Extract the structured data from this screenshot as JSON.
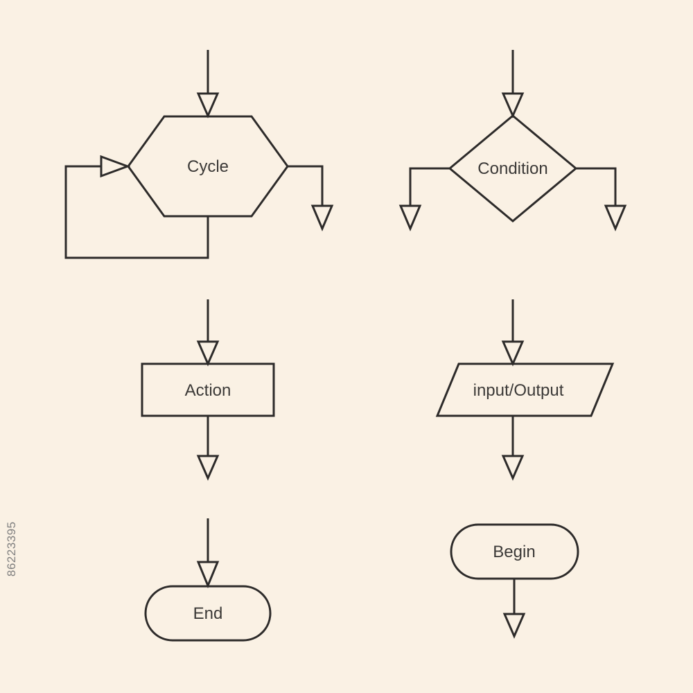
{
  "page": {
    "background_color": "#faf1e4",
    "stroke_color": "#2d2b2a",
    "text_color": "#3b3937",
    "watermark": {
      "text": "86223395",
      "color": "#7f7f7f"
    }
  },
  "diagram": {
    "kind": "flowchart-symbol-set",
    "nodes": {
      "cycle": {
        "label": "Cycle",
        "shape": "hexagon",
        "connectors": [
          "arrow-in-top",
          "loop-back-left",
          "arrow-out-right-down"
        ]
      },
      "condition": {
        "label": "Condition",
        "shape": "diamond",
        "connectors": [
          "arrow-in-top",
          "arrow-out-left-down",
          "arrow-out-right-down"
        ]
      },
      "action": {
        "label": "Action",
        "shape": "rectangle",
        "connectors": [
          "arrow-in-top",
          "arrow-out-bottom"
        ]
      },
      "input_output": {
        "label": "input/Output",
        "shape": "parallelogram",
        "connectors": [
          "arrow-in-top",
          "arrow-out-bottom"
        ]
      },
      "end": {
        "label": "End",
        "shape": "rounded-rectangle",
        "connectors": [
          "arrow-in-top"
        ]
      },
      "begin": {
        "label": "Begin",
        "shape": "rounded-rectangle",
        "connectors": [
          "arrow-out-bottom"
        ]
      }
    }
  }
}
